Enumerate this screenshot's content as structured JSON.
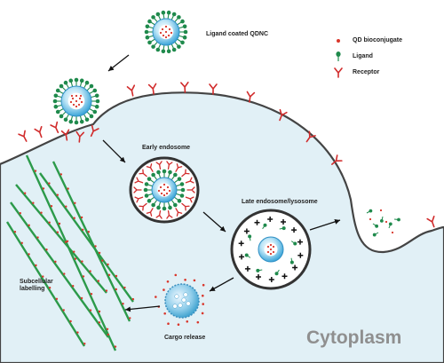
{
  "labels": {
    "ligand_coated_qdnc": "Ligand coated QDNC",
    "early_endosome": "Early endosome",
    "late_endosome": "Late endosome/lysosome",
    "subcellular_line1": "Subcellular",
    "subcellular_line2": "labelling",
    "cargo_release": "Cargo release",
    "cytoplasm": "Cytoplasm"
  },
  "legend": {
    "items": [
      {
        "label": "QD bioconjugate",
        "icon": "qd-bioconjugate-icon"
      },
      {
        "label": "Ligand",
        "icon": "ligand-icon"
      },
      {
        "label": "Receptor",
        "icon": "receptor-icon"
      }
    ]
  },
  "colors": {
    "cytoplasm": "#e1f0f6",
    "membrane": "#444444",
    "qd_dot": "#d9362b",
    "ligand": "#1f8a4c",
    "receptor": "#d12b2b",
    "qdnc_core": "#4aaedd",
    "filament": "#2c9a4a"
  }
}
